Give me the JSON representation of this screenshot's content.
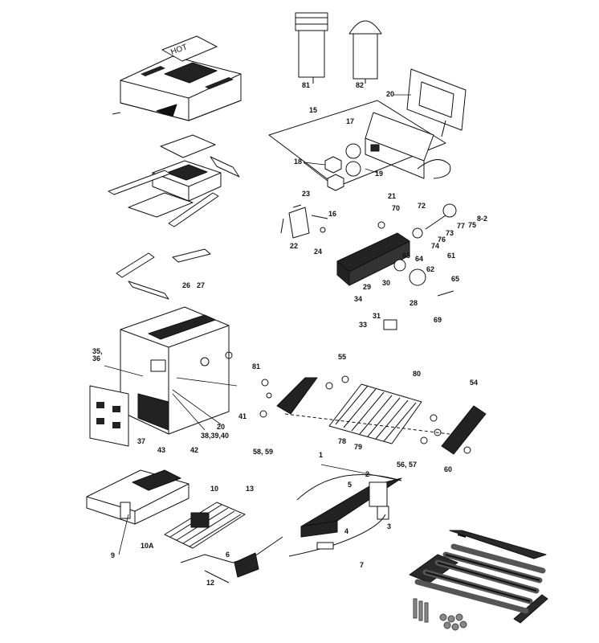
{
  "diagram": {
    "callouts": {
      "c81a": "81",
      "c82": "82",
      "c20a": "20",
      "c15": "15",
      "c17": "17",
      "c18": "18",
      "c19": "19",
      "c21": "21",
      "c23": "23",
      "c16": "16",
      "c22": "22",
      "c24": "24",
      "c70": "70",
      "c72": "72",
      "c82b": "8-2",
      "c77": "77",
      "c75": "75",
      "c73": "73",
      "c76": "76",
      "c74": "74",
      "c61": "61",
      "c63": "63",
      "c64": "64",
      "c62": "62",
      "c65": "65",
      "c29": "29",
      "c30": "30",
      "c34": "34",
      "c28": "28",
      "c31": "31",
      "c33": "33",
      "c69": "69",
      "c26": "26",
      "c27": "27",
      "c35": "35,",
      "c36": "36",
      "c41": "41",
      "c20b": "20",
      "c383940": "38,39,40",
      "c37": "37",
      "c43": "43",
      "c42": "42",
      "c81b": "81",
      "c55": "55",
      "c80": "80",
      "c54": "54",
      "c78": "78",
      "c79": "79",
      "c5657": "56, 57",
      "c60": "60",
      "c5859": "58, 59",
      "c1": "1",
      "c2": "2",
      "c5": "5",
      "c3": "3",
      "c4": "4",
      "c7": "7",
      "c10": "10",
      "c13": "13",
      "c9": "9",
      "c10A": "10A",
      "c6": "6",
      "c12": "12"
    },
    "hot_cover_text": "HOT"
  },
  "colors": {
    "ink": "#111111",
    "paper": "#ffffff",
    "dark": "#2a2a2a"
  }
}
